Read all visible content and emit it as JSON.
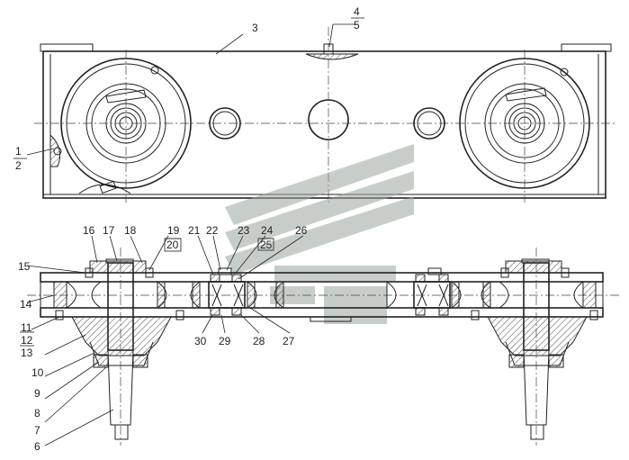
{
  "callouts": {
    "c1": "1",
    "c2": "2",
    "c3": "3",
    "c4": "4",
    "c5": "5",
    "c6": "6",
    "c7": "7",
    "c8": "8",
    "c9": "9",
    "c10": "10",
    "c11": "11",
    "c12": "12",
    "c13": "13",
    "c14": "14",
    "c15": "15",
    "c16": "16",
    "c17": "17",
    "c18": "18",
    "c19": "19",
    "c20": "20",
    "c21": "21",
    "c22": "22",
    "c23": "23",
    "c24": "24",
    "c25": "25",
    "c26": "26",
    "c27": "27",
    "c28": "28",
    "c29": "29",
    "c30": "30"
  },
  "colors": {
    "line": "#222222",
    "watermark": "#9aa79f"
  }
}
